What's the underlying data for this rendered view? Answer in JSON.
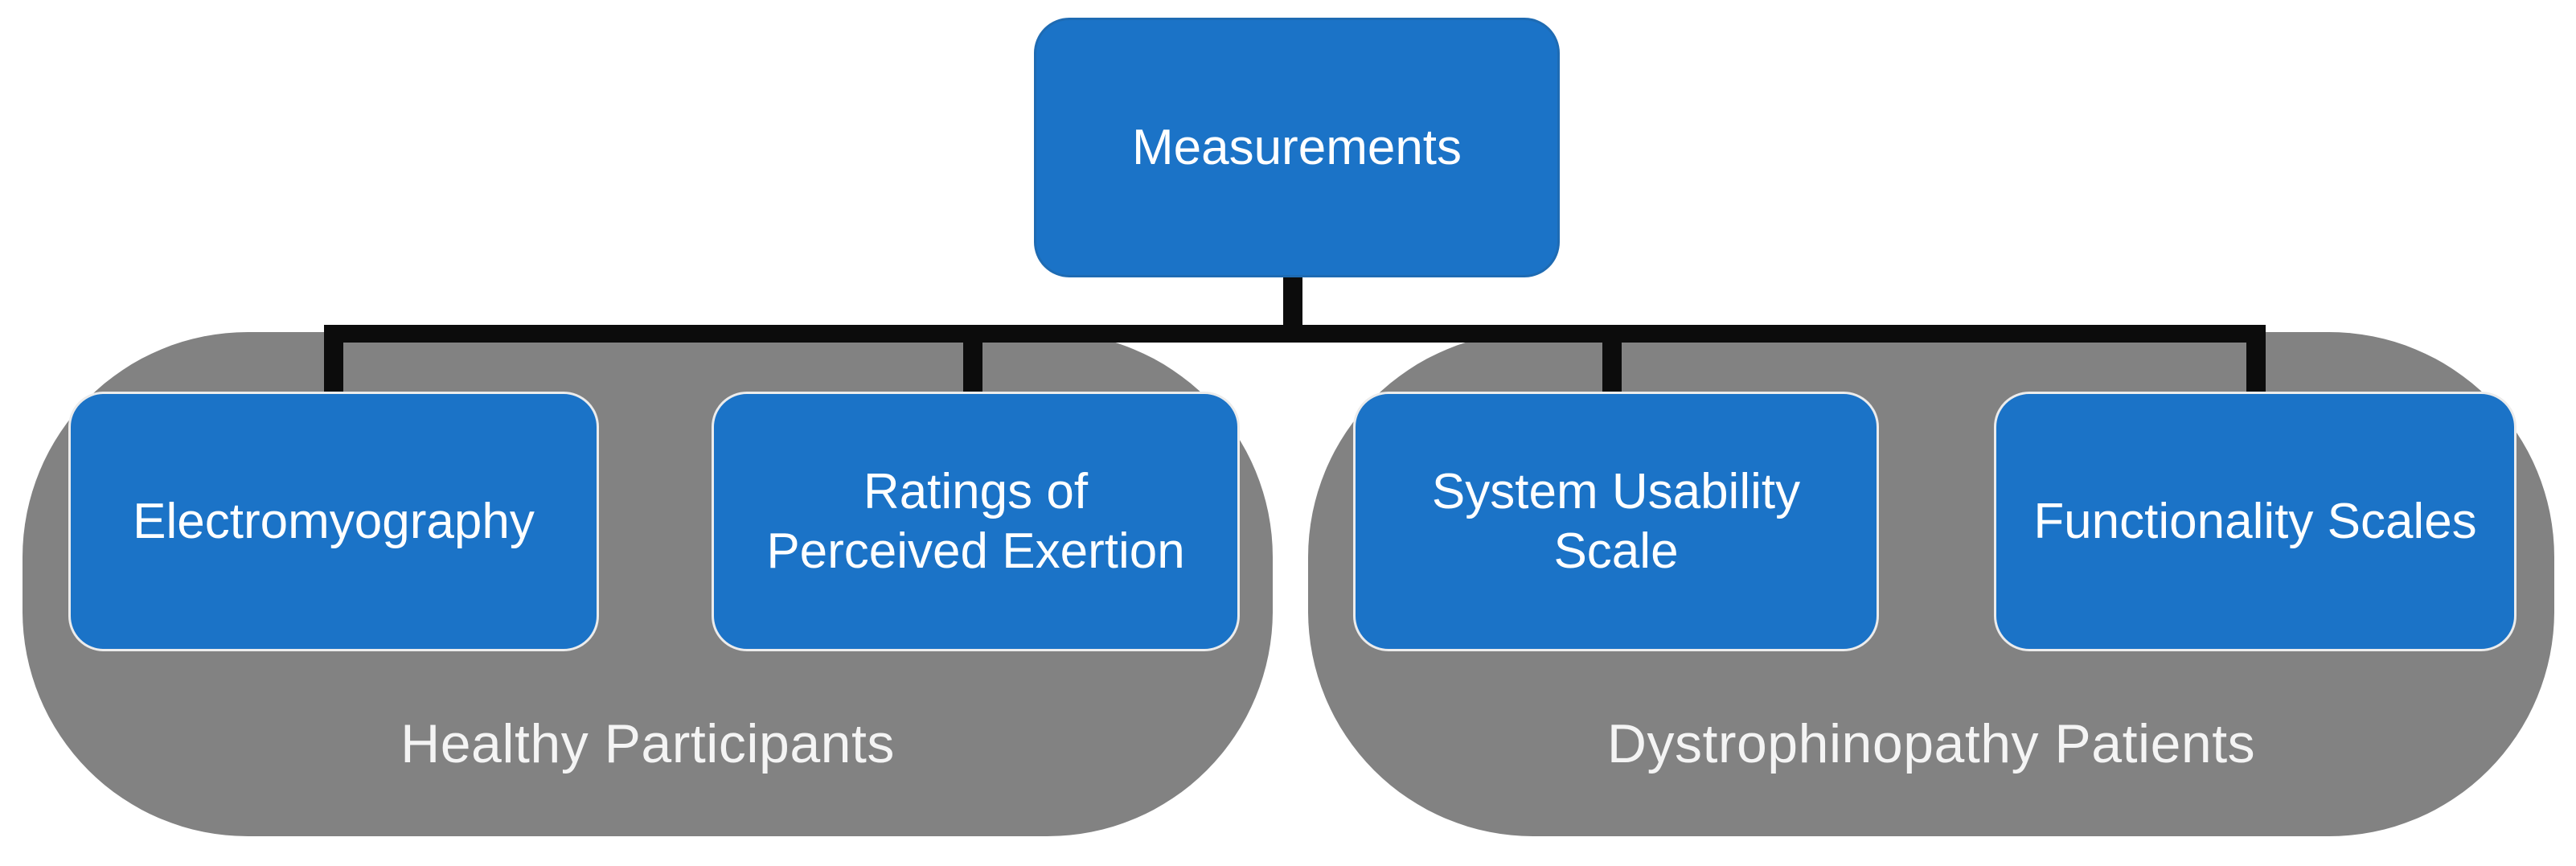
{
  "diagram": {
    "root": {
      "label": "Measurements"
    },
    "groups": [
      {
        "label": "Healthy Participants",
        "children": [
          "Electromyography",
          "Ratings of\nPerceived Exertion"
        ]
      },
      {
        "label": "Dystrophinopathy Patients",
        "children": [
          "System Usability\nScale",
          "Functionality Scales"
        ]
      }
    ]
  },
  "colors": {
    "node_blue": "#1b73c7",
    "group_gray": "#828282",
    "connector_black": "#0c0c0c",
    "node_text": "#ffffff",
    "group_label_text": "#f4f4f4",
    "node_border": "#ececec"
  }
}
